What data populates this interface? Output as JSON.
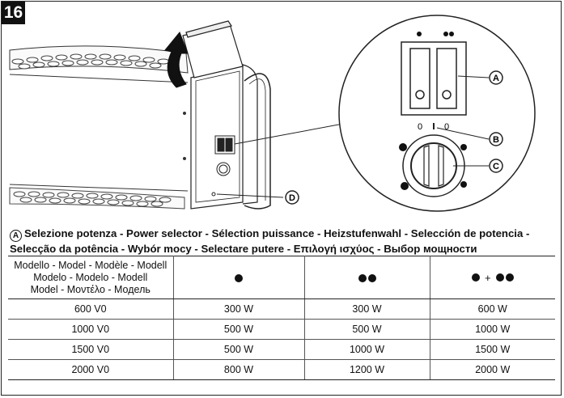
{
  "page_number": "16",
  "callouts": {
    "a": "A",
    "b": "B",
    "c": "C",
    "d": "D",
    "switch_zero_left": "0",
    "switch_zero_right": "0"
  },
  "caption": {
    "letter": "A",
    "text": "Selezione potenza - Power selector - Sélection puissance - Heizstufenwahl - Selección de potencia - Selecção da potência - Wybór mocy - Selectare putere - Επιλογή ισχύος - Выбор мощности"
  },
  "table": {
    "model_header": "Modello - Model - Modèle - Modell Modelo - Modelo - Modell Model - Μοντέλο - Модель",
    "model_header_lines": [
      "Modello - Model - Modèle - Modell",
      "Modelo - Modelo - Modell",
      "Model - Μοντέλο - Модель"
    ],
    "plus": "+",
    "rows": [
      {
        "model": "600 V0",
        "one": "300 W",
        "two": "300 W",
        "both": "600 W"
      },
      {
        "model": "1000 V0",
        "one": "500 W",
        "two": "500 W",
        "both": "1000 W"
      },
      {
        "model": "1500 V0",
        "one": "500 W",
        "two": "1000 W",
        "both": "1500 W"
      },
      {
        "model": "2000 V0",
        "one": "800 W",
        "two": "1200 W",
        "both": "2000 W"
      }
    ]
  }
}
